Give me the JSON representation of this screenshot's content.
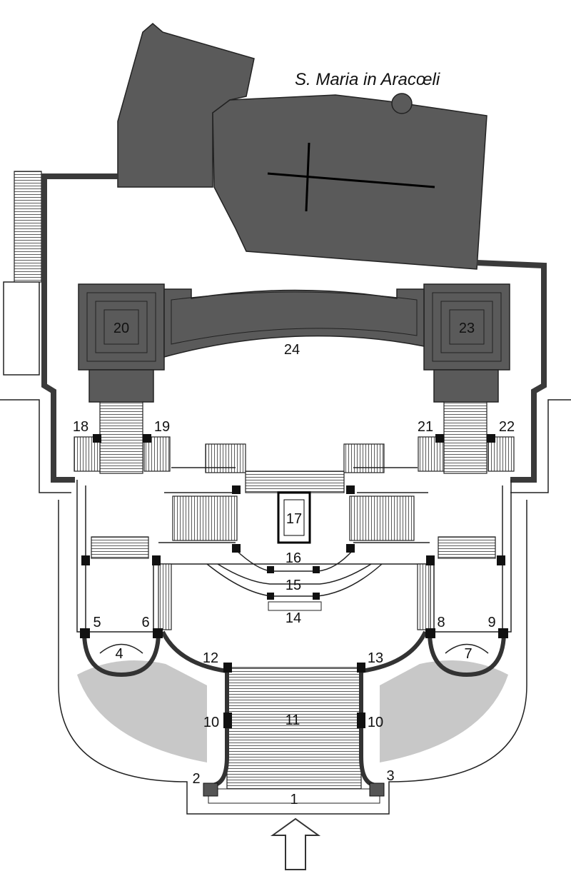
{
  "title": "S. Maria in Aracœli",
  "labels": {
    "n1": "1",
    "n2": "2",
    "n3": "3",
    "n4": "4",
    "n5": "5",
    "n6": "6",
    "n7": "7",
    "n8": "8",
    "n9": "9",
    "n10a": "10",
    "n10b": "10",
    "n11": "11",
    "n12": "12",
    "n13": "13",
    "n14": "14",
    "n15": "15",
    "n16": "16",
    "n17": "17",
    "n18": "18",
    "n19": "19",
    "n20": "20",
    "n21": "21",
    "n22": "22",
    "n23": "23",
    "n24": "24"
  },
  "colors": {
    "building": "#5a5a5a",
    "garden": "#c8c8c8",
    "wall": "#3a3a3a"
  }
}
